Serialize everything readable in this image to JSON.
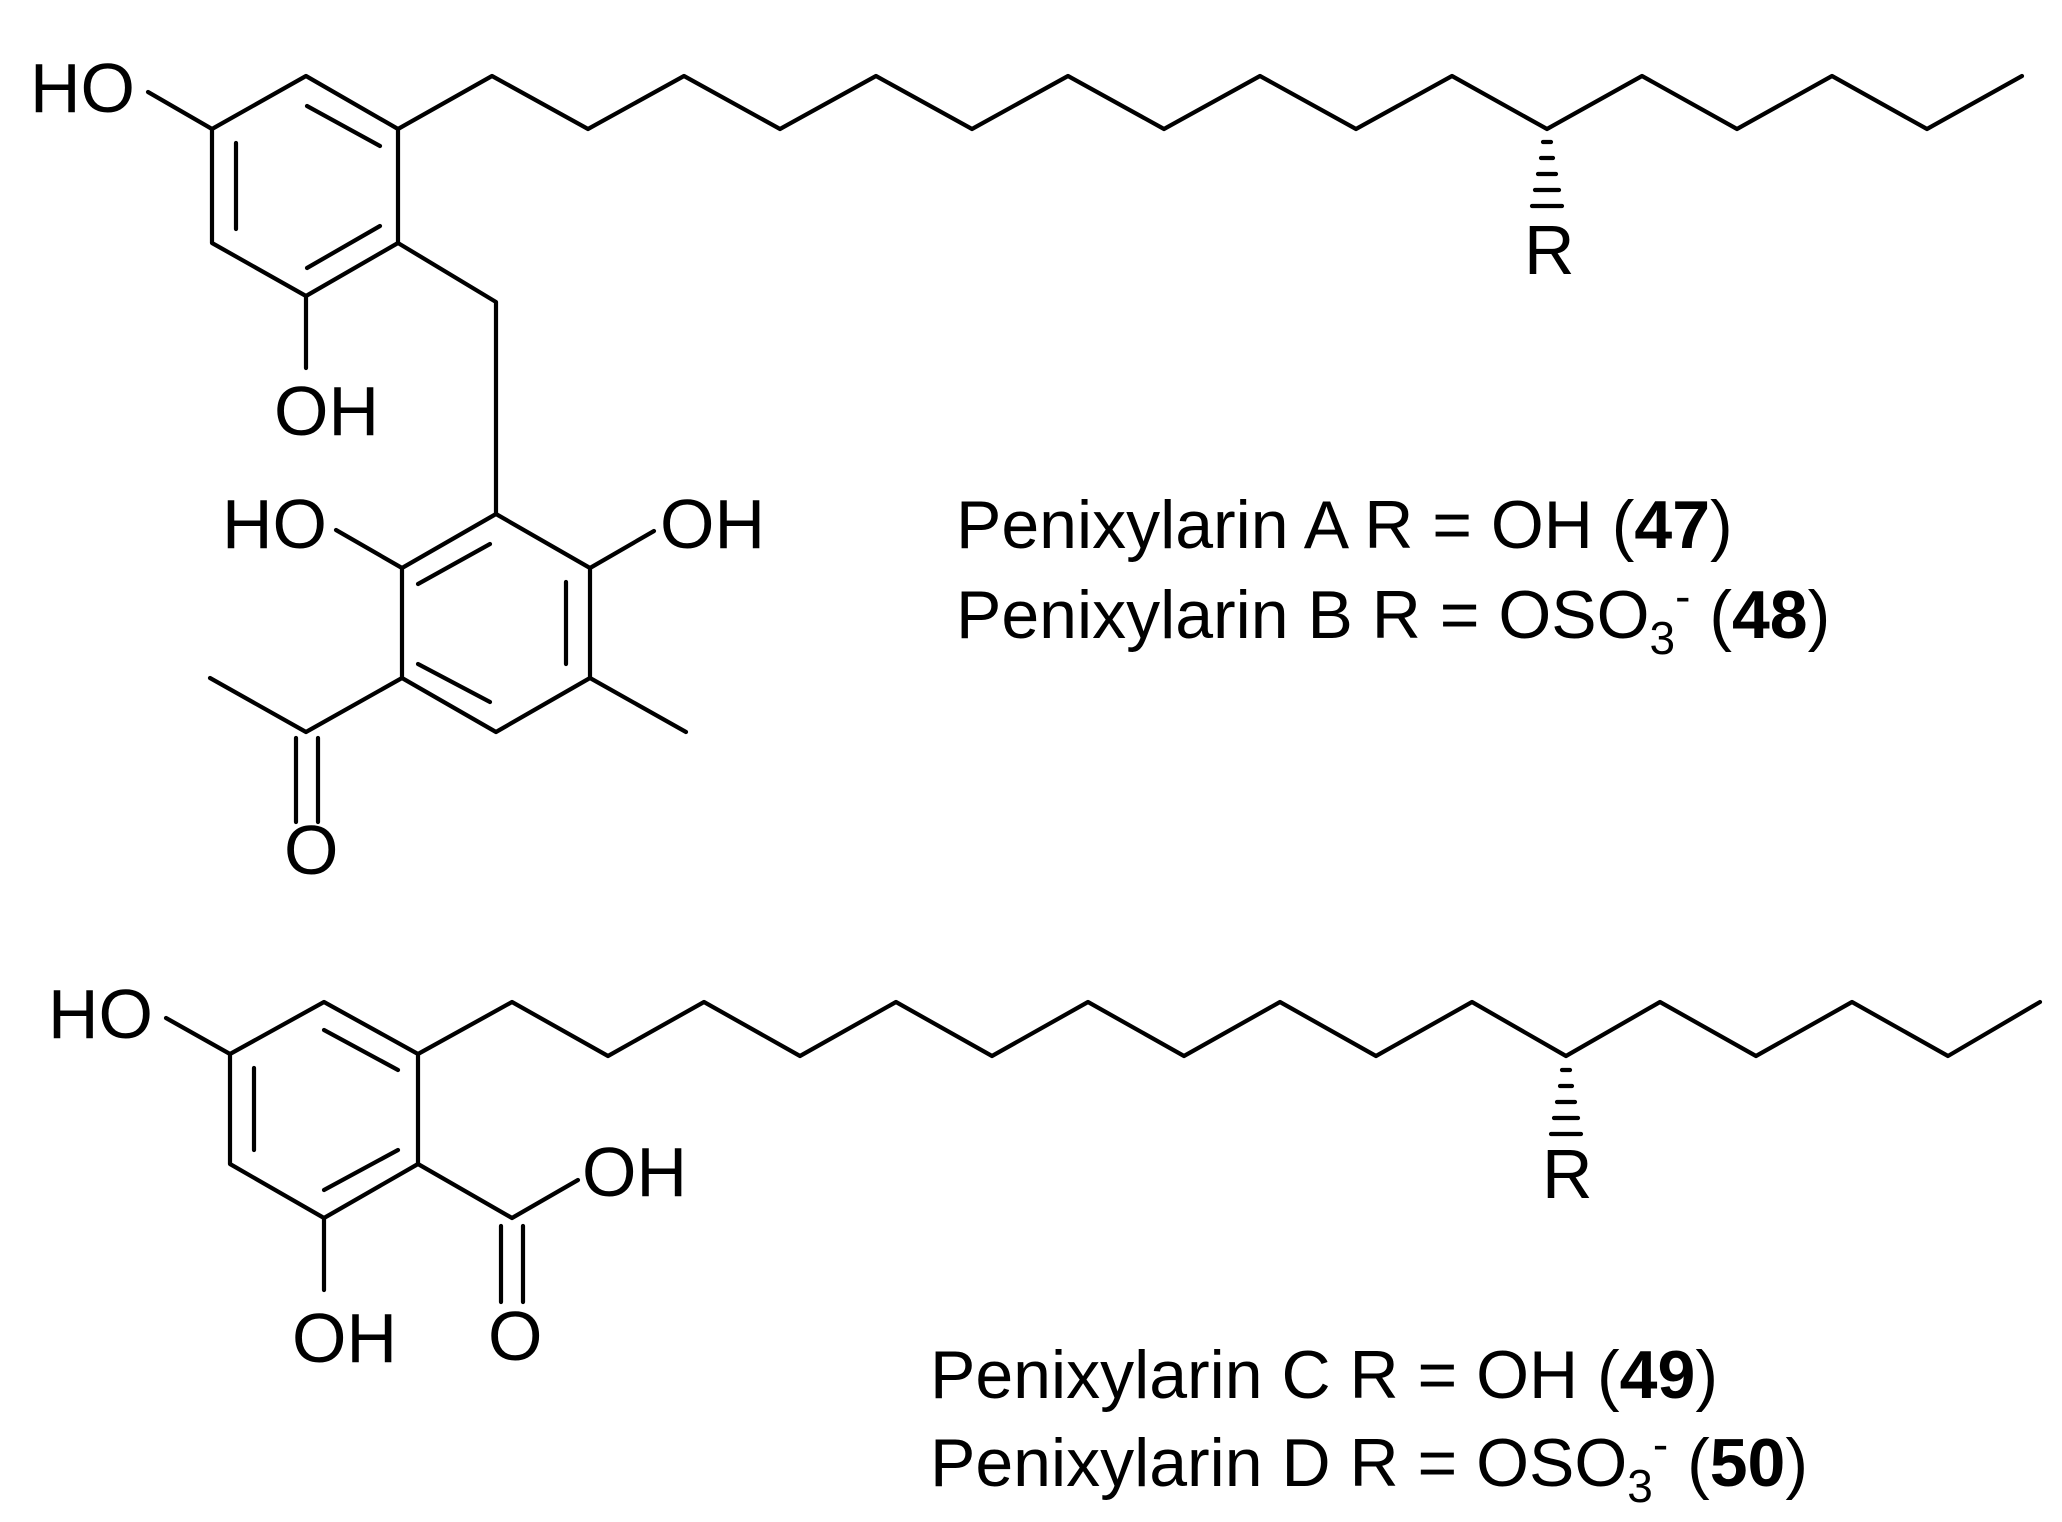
{
  "molecule_top": {
    "atom_labels": {
      "ho_top": "HO",
      "oh_left": "OH",
      "ho_mid": "HO",
      "oh_mid": "OH",
      "ketone_o": "O",
      "r": "R"
    }
  },
  "molecule_bottom": {
    "atom_labels": {
      "ho_top": "HO",
      "oh_bottom": "OH",
      "acid_oh": "OH",
      "acid_o": "O",
      "r": "R"
    }
  },
  "legends": [
    {
      "name": "Penixylarin A",
      "r_text": "R = OH",
      "charge": "",
      "subscript": "",
      "compound_no": "47"
    },
    {
      "name": "Penixylarin B",
      "r_text": "R = OSO",
      "subscript": "3",
      "charge": "-",
      "compound_no": "48"
    },
    {
      "name": "Penixylarin C",
      "r_text": "R = OH",
      "charge": "",
      "subscript": "",
      "compound_no": "49"
    },
    {
      "name": "Penixylarin D",
      "r_text": "R = OSO",
      "subscript": "3",
      "charge": "-",
      "compound_no": "50"
    }
  ],
  "colors": {
    "ink": "#000000",
    "background": "#ffffff"
  }
}
